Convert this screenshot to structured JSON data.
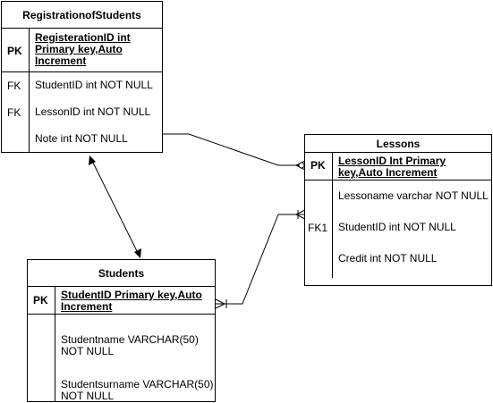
{
  "entities": {
    "registration": {
      "title": "RegistrationofStudents",
      "pk": {
        "key": "PK",
        "line1": "RegisterationID int",
        "line2": "Primary key,Auto",
        "line3": "Increment"
      },
      "attrs": [
        {
          "key": "FK",
          "text": "StudentID int NOT NULL"
        },
        {
          "key": "FK",
          "text": "LessonID int NOT NULL"
        },
        {
          "key": "",
          "text": "Note int NOT NULL"
        }
      ]
    },
    "lessons": {
      "title": "Lessons",
      "pk": {
        "key": "PK",
        "line1": "LessonID Int Primary",
        "line2": "key,Auto Increment"
      },
      "attrs": [
        {
          "key": "",
          "text": "Lessoname varchar NOT NULL"
        },
        {
          "key": "FK1",
          "text": "StudentID int NOT NULL"
        },
        {
          "key": "",
          "text": "Credit int NOT NULL"
        }
      ]
    },
    "students": {
      "title": "Students",
      "pk": {
        "key": "PK",
        "line1": "StudentID Primary key,Auto",
        "line2": "Increment"
      },
      "attrs": [
        {
          "line1": "Studentname VARCHAR(50)",
          "line2": "NOT NULL"
        },
        {
          "line1": "Studentsurname VARCHAR(50)",
          "line2": "NOT NULL"
        }
      ]
    }
  }
}
